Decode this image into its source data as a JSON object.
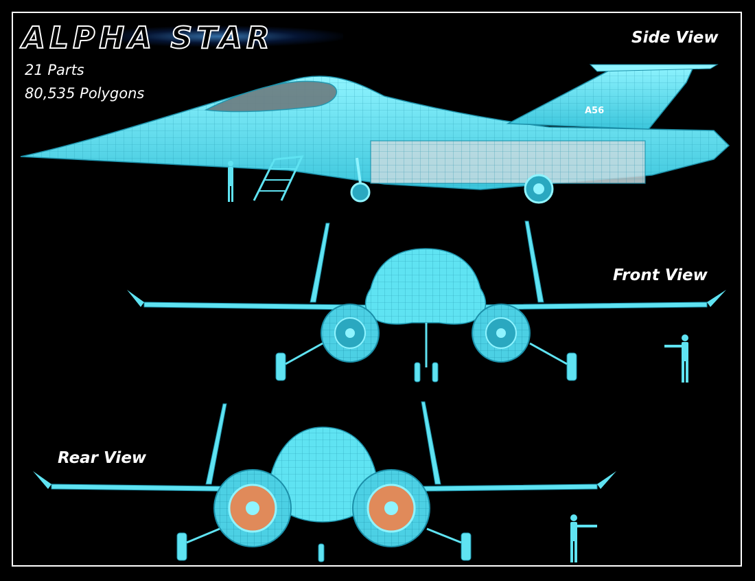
{
  "title": "ALPHA STAR",
  "stats": {
    "parts": "21 Parts",
    "polygons": "80,535 Polygons"
  },
  "views": {
    "side": "Side View",
    "front": "Front View",
    "rear": "Rear View"
  },
  "tail_marking": "A56",
  "colors": {
    "wireframe": "#5fe3f2",
    "wire_dark": "#1b8fa8",
    "nozzle": "#e08a5a",
    "frame": "#ffffff",
    "background": "#000000"
  }
}
